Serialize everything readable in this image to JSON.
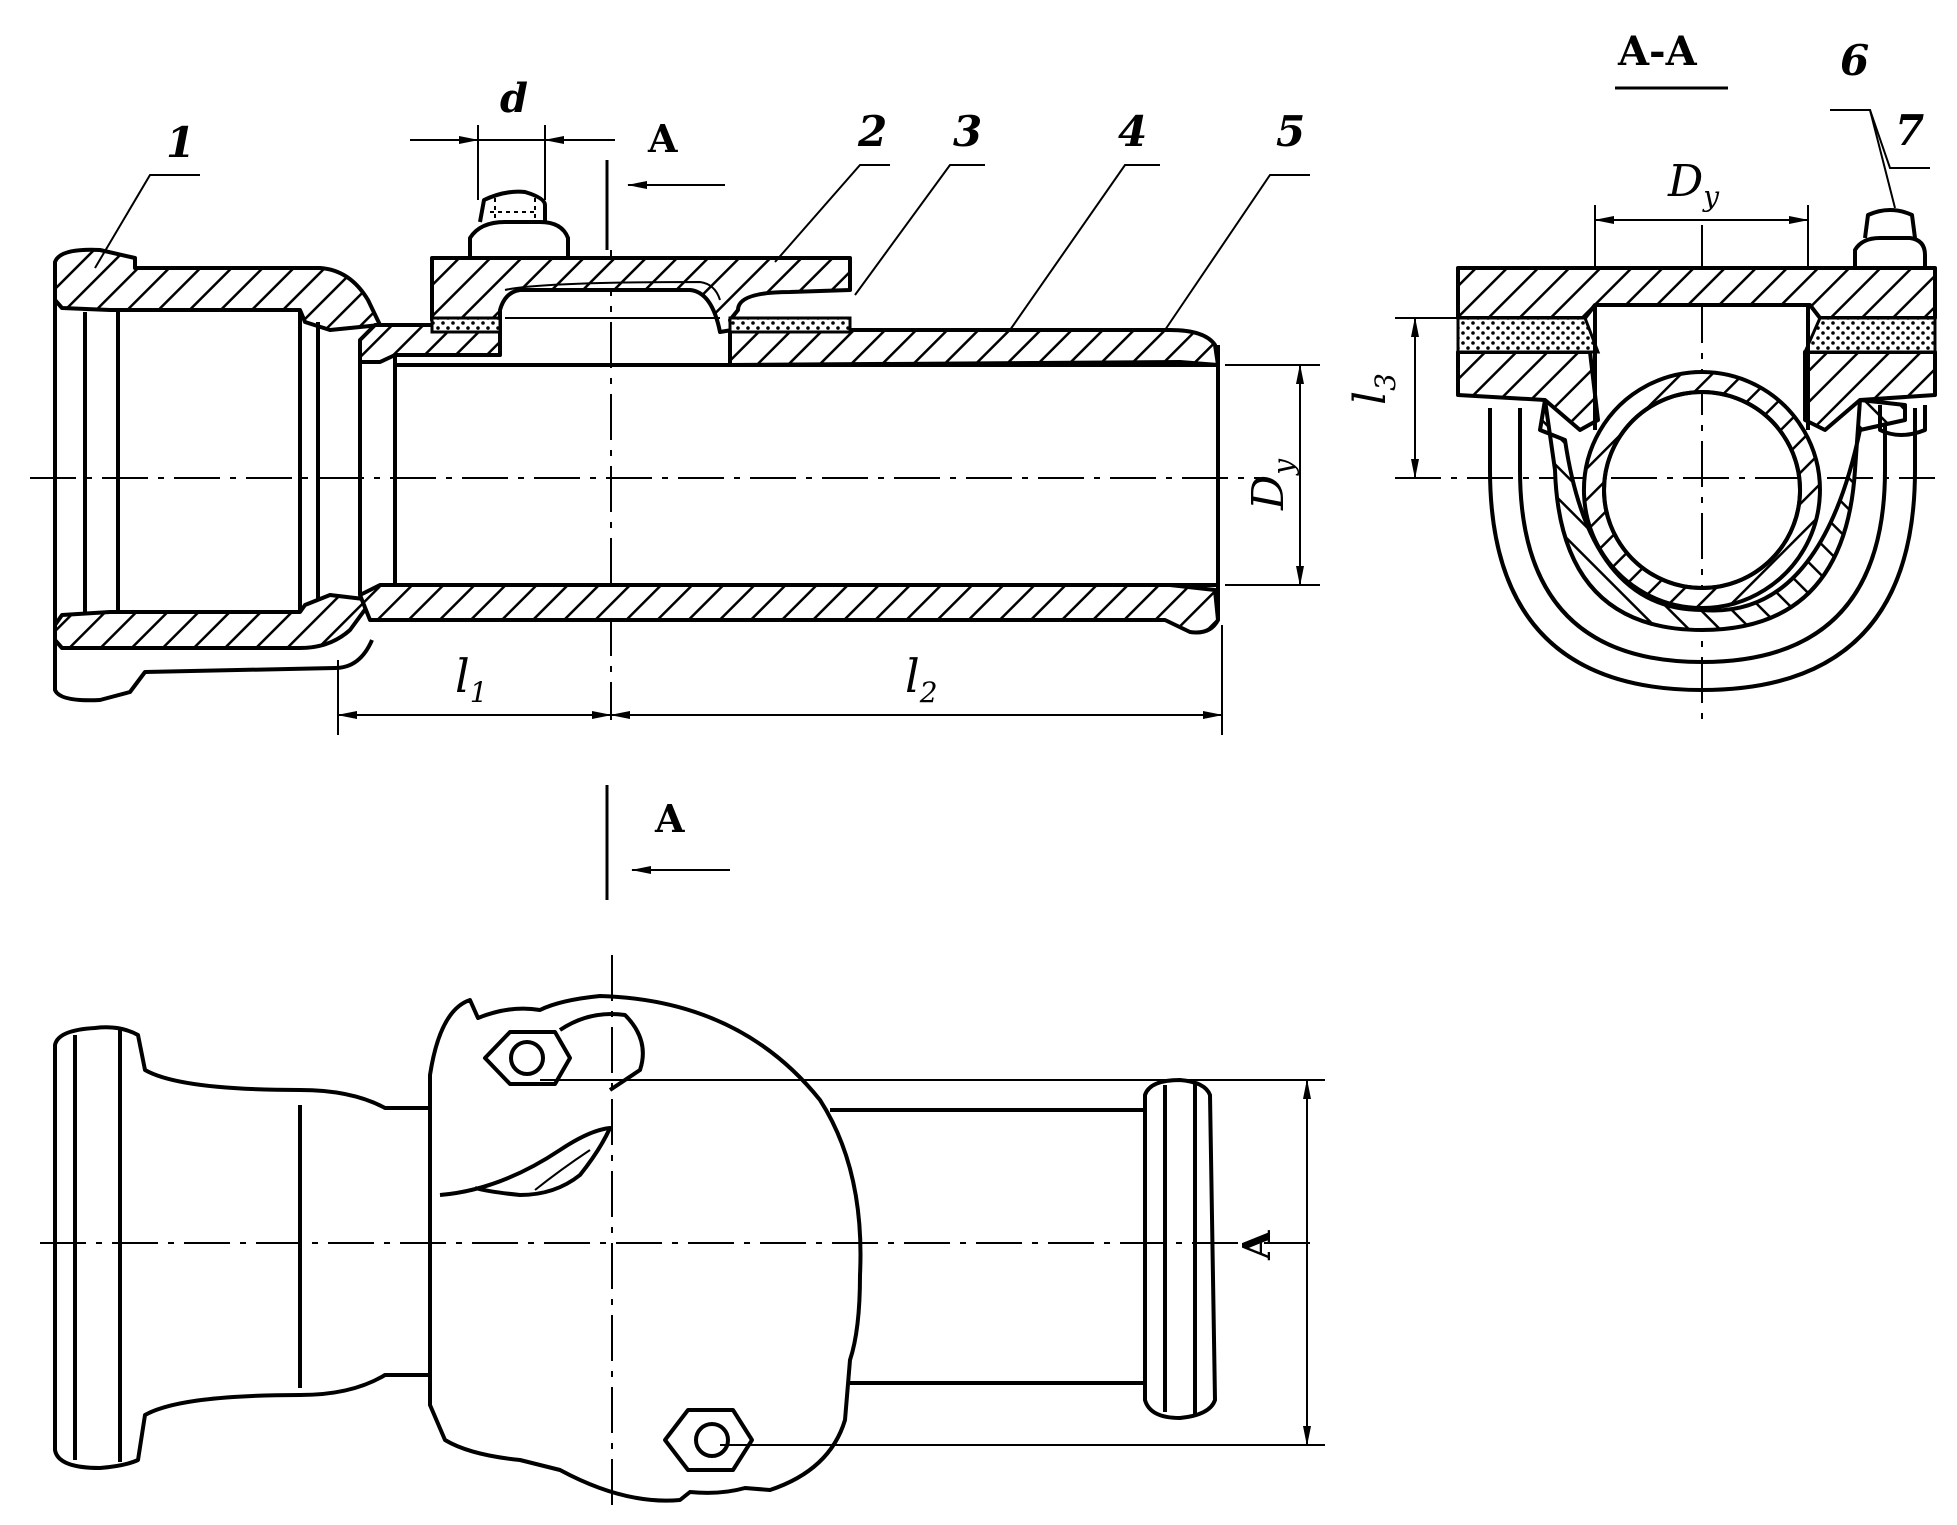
{
  "figure": {
    "section_title": "A-A",
    "section_marks": [
      "A",
      "A",
      "A"
    ],
    "callouts": [
      "1",
      "2",
      "3",
      "4",
      "5",
      "6",
      "7"
    ],
    "dimensions": {
      "d": "d",
      "l1_main": "l",
      "l1_sub": "1",
      "l2_main": "l",
      "l2_sub": "2",
      "l3_main": "l",
      "l3_sub": "3",
      "dy_main": "D",
      "dy_sub": "y",
      "dy_section_main": "D",
      "dy_section_sub": "y"
    }
  }
}
